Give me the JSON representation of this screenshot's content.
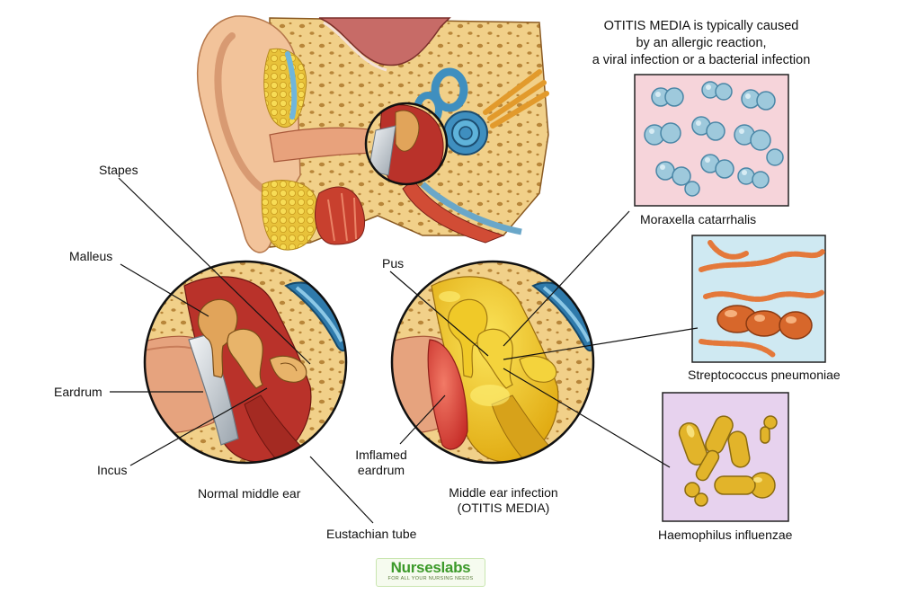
{
  "title": {
    "line1": "OTITIS MEDIA is typically caused",
    "line2": "by an allergic reaction,",
    "line3": "a viral infection or a bacterial infection"
  },
  "labels": {
    "stapes": "Stapes",
    "malleus": "Malleus",
    "eardrum": "Eardrum",
    "incus": "Incus",
    "normal_caption": "Normal middle ear",
    "eustachian": "Eustachian tube",
    "pus": "Pus",
    "inflamed_line1": "Imflamed",
    "inflamed_line2": "eardrum",
    "infection_line1": "Middle ear infection",
    "infection_line2": "(OTITIS MEDIA)"
  },
  "bacteria": [
    {
      "name": "Moraxella catarrhalis",
      "bg": "#f6d4da"
    },
    {
      "name": "Streptococcus pneumoniae",
      "bg": "#cfe9f2"
    },
    {
      "name": "Haemophilus influenzae",
      "bg": "#e7d2ee"
    }
  ],
  "logo": {
    "brand": "Nurseslabs",
    "tagline": "FOR ALL YOUR NURSING NEEDS"
  },
  "colors": {
    "skin": "#f2c39a",
    "bone": "#f1d089",
    "tissue": "#b9322a",
    "canal": "#4fa0c4",
    "pus": "#f2cc18",
    "inflamed": "#e2473b"
  }
}
